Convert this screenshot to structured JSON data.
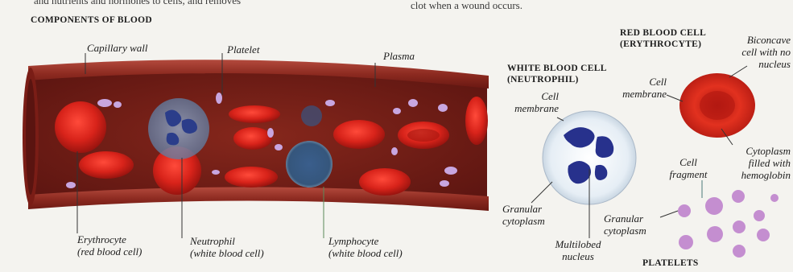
{
  "top_text": {
    "left": "and nutrients and hormones to cells, and removes",
    "right": "clot when a wound occurs."
  },
  "section_title": "COMPONENTS OF BLOOD",
  "vessel_labels": {
    "capillary_wall": "Capillary wall",
    "platelet": "Platelet",
    "plasma": "Plasma",
    "erythrocyte": [
      "Erythrocyte",
      "(red blood cell)"
    ],
    "neutrophil": [
      "Neutrophil",
      "(white blood cell)"
    ],
    "lymphocyte": [
      "Lymphocyte",
      "(white blood cell)"
    ]
  },
  "white_cell": {
    "title": [
      "WHITE BLOOD CELL",
      "(NEUTROPHIL)"
    ],
    "cell_membrane": [
      "Cell",
      "membrane"
    ],
    "granular_cytoplasm": [
      "Granular",
      "cytoplasm"
    ],
    "multilobed_nucleus": [
      "Multilobed",
      "nucleus"
    ]
  },
  "red_cell": {
    "title": [
      "RED BLOOD CELL",
      "(ERYTHROCYTE)"
    ],
    "biconcave": [
      "Biconcave",
      "cell with no",
      "nucleus"
    ],
    "cell_membrane": [
      "Cell",
      "membrane"
    ],
    "cytoplasm": [
      "Cytoplasm",
      "filled with",
      "hemoglobin"
    ]
  },
  "platelets": {
    "title": "PLATELETS",
    "cell_fragment": [
      "Cell",
      "fragment"
    ],
    "granular_cytoplasm": [
      "Granular",
      "cytoplasm"
    ]
  },
  "colors": {
    "vessel_wall": "#8e2a22",
    "plasma": "#6e1c16",
    "red_cell": "#d9251c",
    "neutrophil_nucleus": "#2a2f8a",
    "platelet": "#b089c4"
  }
}
